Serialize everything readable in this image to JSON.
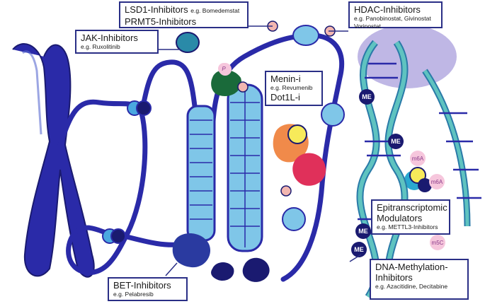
{
  "labels": {
    "lsd1": {
      "title": "LSD1-Inhibitors",
      "example": "e.g. Bomedemstat"
    },
    "prmt5": {
      "title": "PRMT5-Inhibitors"
    },
    "hdac": {
      "title": "HDAC-Inhibitors",
      "example1": "e.g. Panobinostat, Givinostat",
      "example2": "Vorinostat"
    },
    "jak": {
      "title": "JAK-Inhibitors",
      "example": "e.g. Ruxolitinib"
    },
    "menin": {
      "title1": "Menin-i",
      "example": "e.g. Revumenib",
      "title2": "Dot1L-i"
    },
    "epi": {
      "title1": "Epitranscriptomic",
      "title2": "Modulators",
      "example": "e.g. METTL3-Inhibitors"
    },
    "bet": {
      "title": "BET-Inhibitors",
      "example": "e.g. Pelabresib"
    },
    "dna": {
      "title1": "DNA-Methylation-",
      "title2": "Inhibitors",
      "example": "e.g. Azacitidine, Decitabine"
    }
  },
  "marks": {
    "me": "ME",
    "m6a": "m6A",
    "m5c": "m5C",
    "p": "P"
  },
  "colors": {
    "chromatin": "#2a2aa8",
    "nucleosome": "#7fc6e8",
    "teal": "#5fc3c0",
    "purple": "#8a7bd0",
    "green": "#1a6a3a",
    "pink": "#f2b6b0",
    "border": "#2a2f86"
  }
}
